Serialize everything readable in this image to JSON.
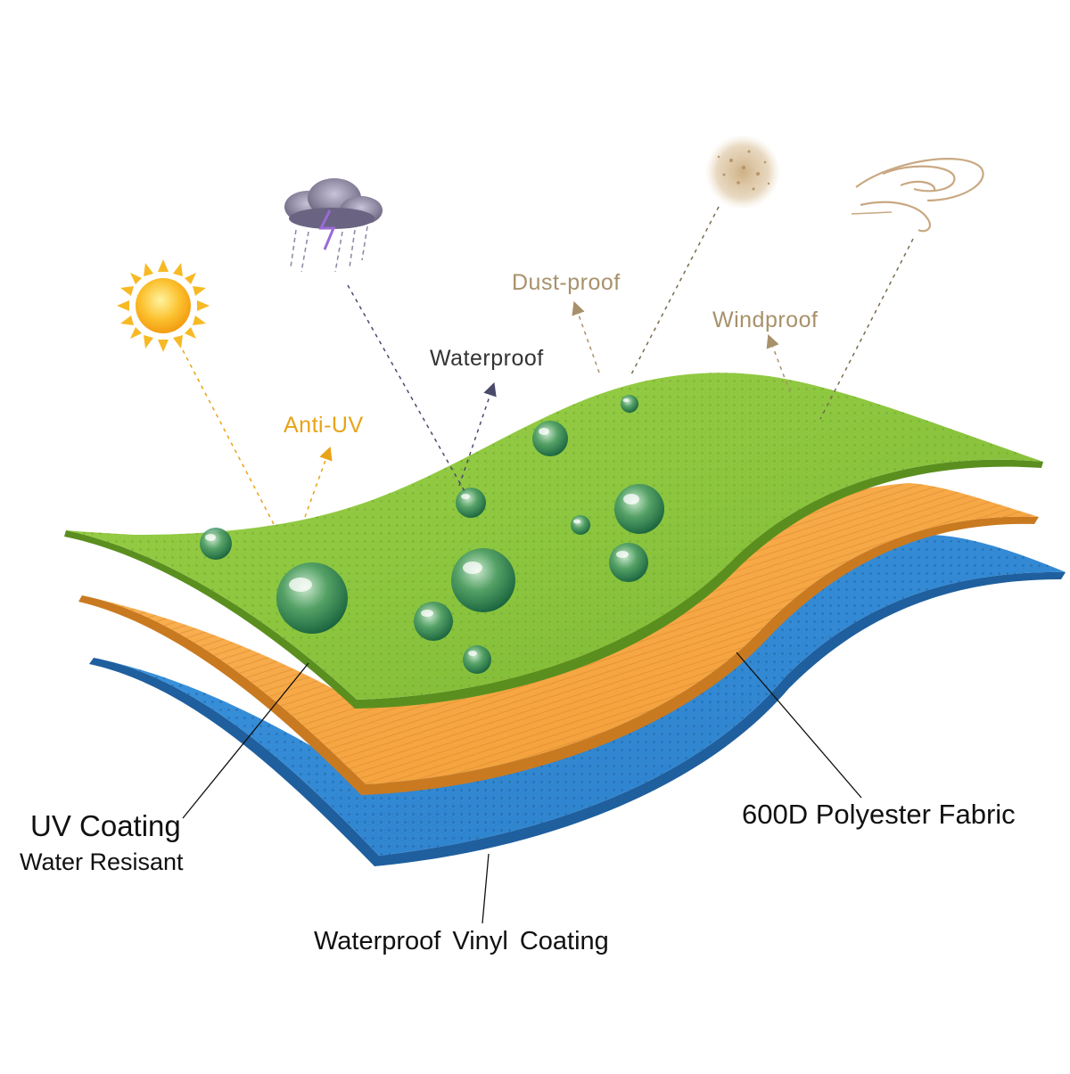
{
  "colors": {
    "green_layer": "#8cc63f",
    "orange_layer": "#f7a541",
    "blue_layer": "#2e86d4",
    "anti_uv_label": "#e8a317",
    "waterproof_label": "#333333",
    "dust_label": "#a8916a",
    "wind_label": "#a8916a"
  },
  "icons": [
    "sun-icon",
    "storm-cloud-icon",
    "dust-icon",
    "wind-swirl-icon"
  ],
  "labels": {
    "anti_uv": "Anti-UV",
    "waterproof": "Waterproof",
    "dust_proof": "Dust-proof",
    "windproof": "Windproof",
    "uv_coating": "UV Coating",
    "water_resistant": "Water Resisant",
    "polyester_fabric": "600D Polyester Fabric",
    "vinyl_coating": "Waterproof Vinyl Coating"
  }
}
